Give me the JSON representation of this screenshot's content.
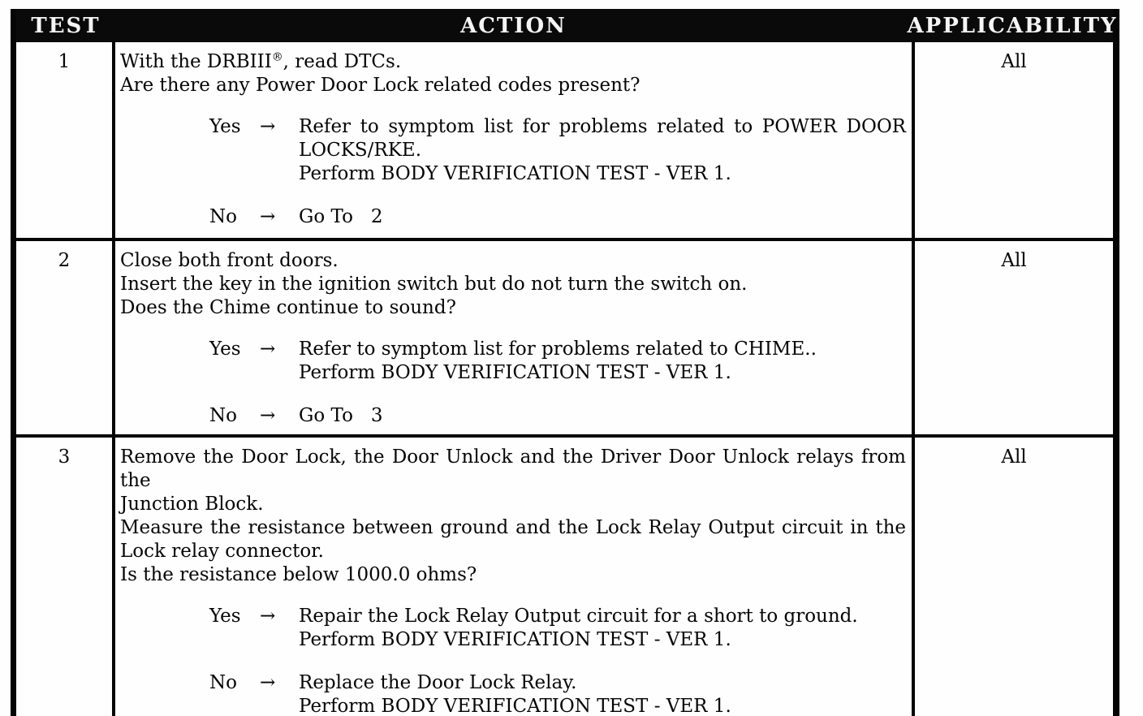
{
  "arrow_glyph": "→",
  "header": {
    "test": "TEST",
    "action": "ACTION",
    "applicability": "APPLICABILITY"
  },
  "rows": [
    {
      "test": "1",
      "applicability": "All",
      "action": {
        "statement_lines": [
          {
            "text": "With the DRBIII®, read DTCs.",
            "justify": false
          },
          {
            "text": "Are there any Power Door Lock related codes present?",
            "justify": false
          }
        ],
        "branches": [
          {
            "label": "Yes",
            "lines": [
              {
                "text": "Refer to symptom list for problems related to POWER DOOR",
                "justify": true
              },
              {
                "text": "LOCKS/RKE.",
                "justify": false
              },
              {
                "text": "Perform BODY VERIFICATION TEST - VER 1.",
                "justify": false
              }
            ]
          },
          {
            "label": "No",
            "lines": [
              {
                "text": "Go To   2",
                "justify": false
              }
            ]
          }
        ]
      }
    },
    {
      "test": "2",
      "applicability": "All",
      "action": {
        "statement_lines": [
          {
            "text": "Close both front doors.",
            "justify": false
          },
          {
            "text": "Insert the key in the ignition switch but do not turn the switch on.",
            "justify": false
          },
          {
            "text": "Does the Chime continue to sound?",
            "justify": false
          }
        ],
        "branches": [
          {
            "label": "Yes",
            "lines": [
              {
                "text": "Refer to symptom list for problems related to CHIME..",
                "justify": false
              },
              {
                "text": "Perform BODY VERIFICATION TEST - VER 1.",
                "justify": false
              }
            ]
          },
          {
            "label": "No",
            "lines": [
              {
                "text": "Go To   3",
                "justify": false
              }
            ]
          }
        ]
      }
    },
    {
      "test": "3",
      "applicability": "All",
      "action": {
        "statement_lines": [
          {
            "text": "Remove the Door Lock, the Door Unlock and the Driver Door Unlock relays from the",
            "justify": true
          },
          {
            "text": "Junction Block.",
            "justify": false
          },
          {
            "text": "Measure the resistance between ground and the Lock Relay Output circuit in the",
            "justify": true
          },
          {
            "text": "Lock relay connector.",
            "justify": false
          },
          {
            "text": "Is the resistance below 1000.0 ohms?",
            "justify": false
          }
        ],
        "branches": [
          {
            "label": "Yes",
            "lines": [
              {
                "text": "Repair the Lock Relay Output circuit for a short to ground.",
                "justify": false
              },
              {
                "text": "Perform BODY VERIFICATION TEST - VER 1.",
                "justify": false
              }
            ]
          },
          {
            "label": "No",
            "lines": [
              {
                "text": "Replace the Door Lock Relay.",
                "justify": false
              },
              {
                "text": "Perform BODY VERIFICATION TEST - VER 1.",
                "justify": false
              }
            ]
          }
        ]
      }
    }
  ]
}
